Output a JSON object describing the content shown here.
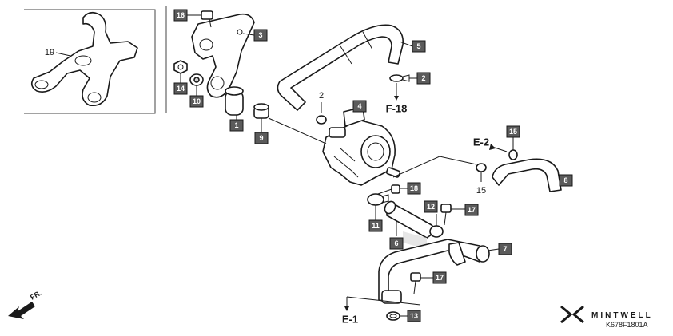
{
  "callouts": {
    "c1": "1",
    "c2": "2",
    "c3": "3",
    "c4": "4",
    "c5": "5",
    "c6": "6",
    "c7": "7",
    "c8": "8",
    "c9": "9",
    "c10": "10",
    "c11": "11",
    "c12": "12",
    "c13": "13",
    "c14": "14",
    "c15": "15",
    "c16": "16",
    "c17a": "17",
    "c17b": "17",
    "c18": "18"
  },
  "plain_numbers": {
    "n19": "19",
    "n2": "2",
    "n15": "15"
  },
  "references": {
    "f18": "F-18",
    "e2": "E-2",
    "e1": "E-1"
  },
  "direction": {
    "fr": "FR."
  },
  "brand": {
    "name": "MINTWELL",
    "code": "K678F1801A"
  },
  "colors": {
    "callout_fill": "#5b5b5b",
    "line": "#1a1a1a"
  }
}
